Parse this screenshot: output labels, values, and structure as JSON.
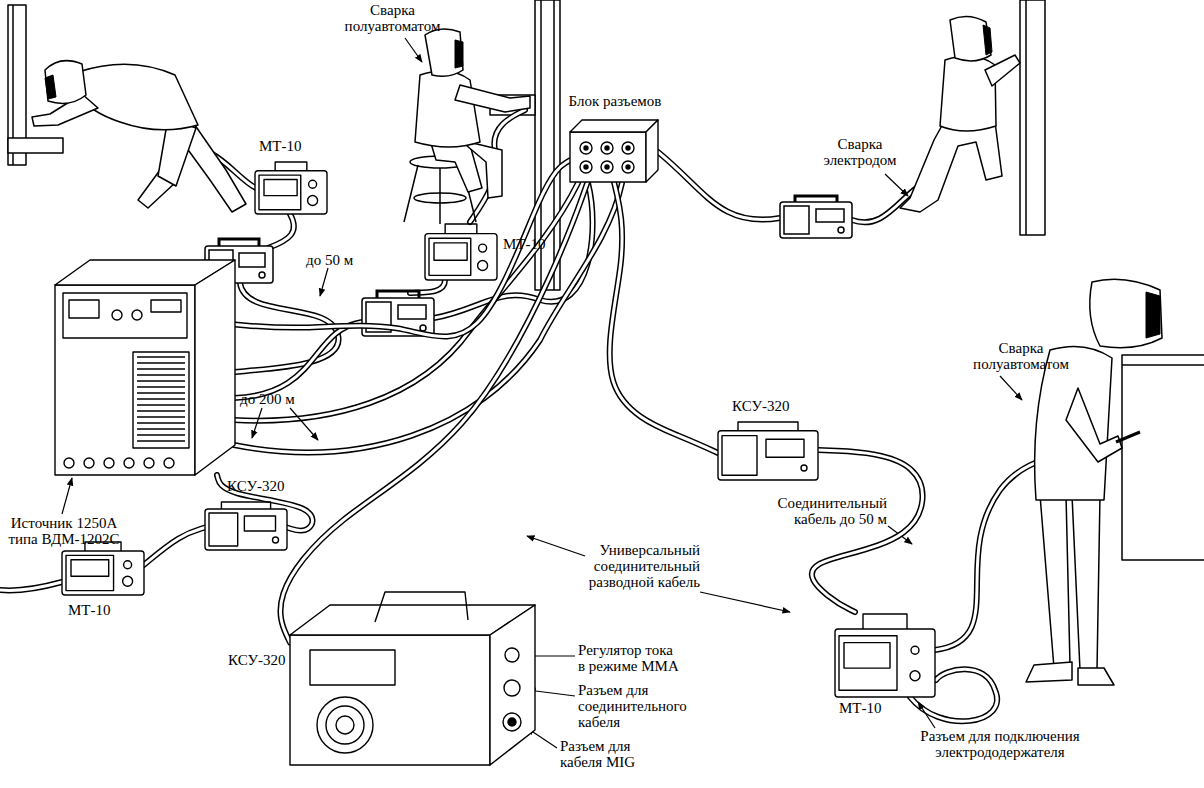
{
  "diagram": {
    "nodes": [
      {
        "text": [
          "МТ-10"
        ]
      },
      {
        "text": [
          "МТ-10"
        ]
      },
      {
        "text": [
          "Блок разъемов"
        ]
      },
      {
        "text": [
          "Источник 1250А типа ВДМ-1202С"
        ]
      },
      {
        "text": [
          "КСУ-320"
        ]
      },
      {
        "text": [
          "МТ-10"
        ]
      },
      {
        "text": [
          "КСУ-320"
        ]
      },
      {
        "text": [
          "КСУ-320"
        ]
      },
      {
        "text": [
          "МТ-10"
        ]
      }
    ],
    "edges": [
      {
        "from": 3,
        "to": 2,
        "arrow": "none"
      },
      {
        "from": 3,
        "to": 6,
        "arrow": "none"
      },
      {
        "from": 6,
        "to": 5,
        "arrow": "none"
      },
      {
        "from": 2,
        "to": 4,
        "arrow": "none"
      },
      {
        "from": 4,
        "to": 8,
        "label": "Соединительный кабель до 50 м",
        "arrow": "none"
      },
      {
        "from": 2,
        "to": 7,
        "arrow": "none"
      }
    ],
    "labels": [
      "Сварка полуавтоматом",
      "Сварка электродом",
      "до 50 м",
      "до 200 м",
      "Сварка полуавтоматом",
      "Универсальный соединительный разводной кабель",
      "Регулятор тока в режиме ММА",
      "Разъем для соединительного кабеля",
      "Разъем для кабеля MIG",
      "Разъем для подключения электрододержателя"
    ]
  }
}
